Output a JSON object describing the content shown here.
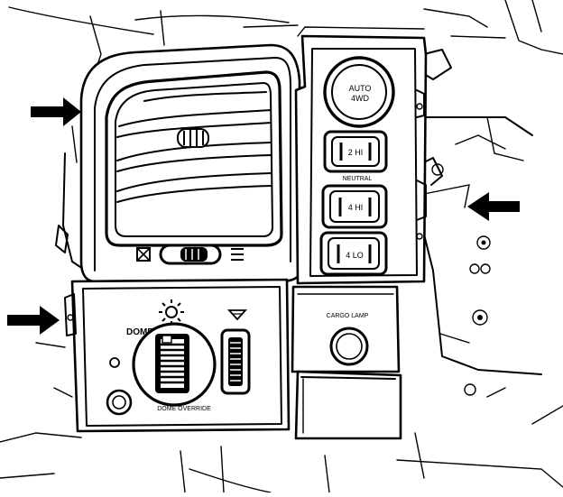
{
  "labels": {
    "auto_4wd_line1": "AUTO",
    "auto_4wd_line2": "4WD",
    "two_hi": "2 HI",
    "neutral": "NEUTRAL",
    "four_hi": "4 HI",
    "four_lo": "4 LO",
    "cargo_lamp": "CARGO LAMP",
    "dome_override": "DOME OVERRIDE",
    "dome": "DOME"
  },
  "colors": {
    "ink": "#000000",
    "paper": "#ffffff"
  },
  "icons": [
    "arrow-right-icon",
    "arrow-left-icon",
    "headlamp-sun-icon",
    "dash-light-icon",
    "recirc-box-icon",
    "defrost-lines-icon"
  ]
}
